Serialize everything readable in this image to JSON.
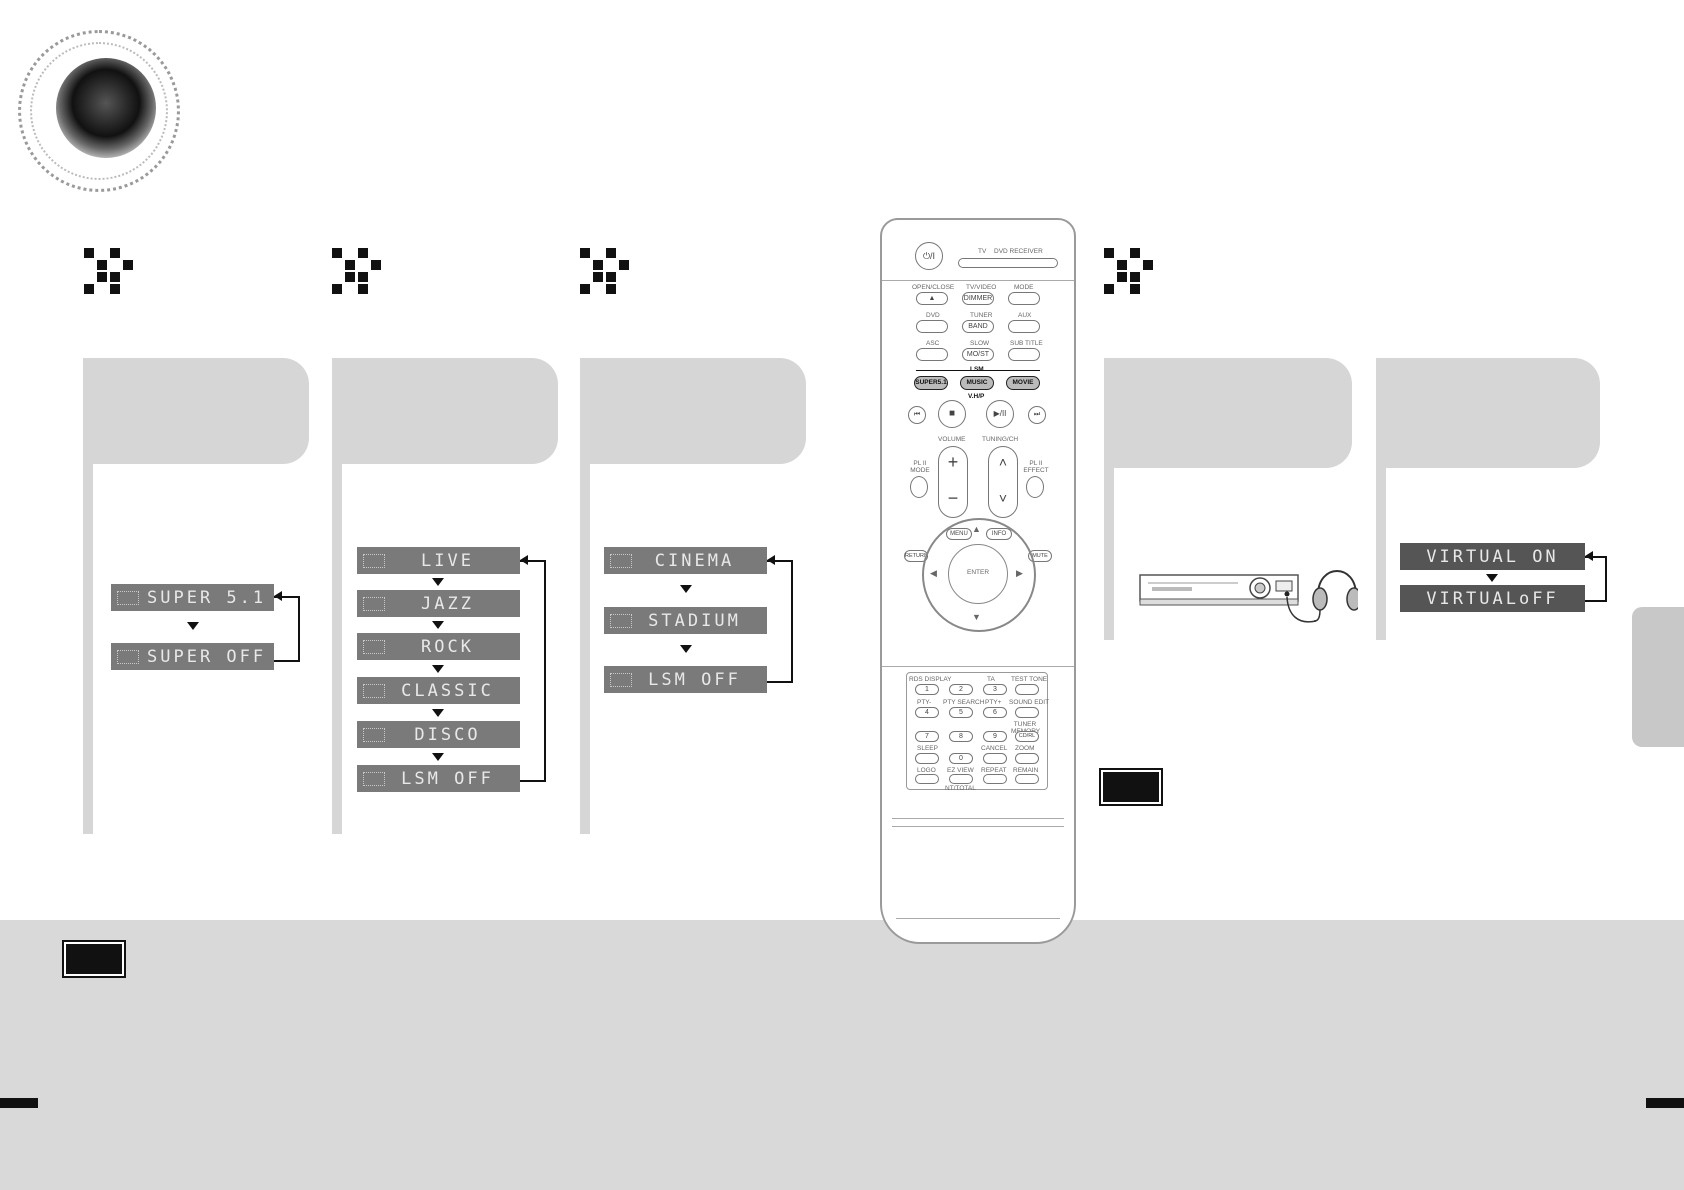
{
  "displays": {
    "super51": [
      "SUPER 5.1",
      "SUPER OFF"
    ],
    "music": [
      "LIVE",
      "JAZZ",
      "ROCK",
      "CLASSIC",
      "DISCO",
      "LSM OFF"
    ],
    "movie": [
      "CINEMA",
      "STADIUM",
      "LSM OFF"
    ],
    "virtual": [
      "VIRTUAL ON",
      "VIRTUALoFF"
    ]
  },
  "remote": {
    "power": "⏻/I",
    "mode_selector": [
      "TV",
      "DVD RECEIVER"
    ],
    "row1": [
      "OPEN/CLOSE",
      "TV/VIDEO",
      "MODE"
    ],
    "row1_btn": [
      "▲",
      "DIMMER",
      ""
    ],
    "row2": [
      "DVD",
      "TUNER",
      "AUX"
    ],
    "row2_btn": [
      "",
      "BAND",
      ""
    ],
    "row3": [
      "ASC",
      "SLOW",
      "SUB TITLE"
    ],
    "row3_btn": [
      "",
      "MO/ST",
      ""
    ],
    "lsm_label": "LSM",
    "lsm_buttons": [
      "SUPER5.1",
      "MUSIC",
      "MOVIE"
    ],
    "vhp_label": "V.H/P",
    "transport": [
      "⏮",
      "■",
      "▶/II",
      "⏭"
    ],
    "volume_label": "VOLUME",
    "tuning_label": "TUNING/CH",
    "pl2_mode": "PL II MODE",
    "pl2_effect": "PL II EFFECT",
    "menu": "MENU",
    "info": "INFO",
    "return": "RETURN",
    "mute": "MUTE",
    "enter": "ENTER",
    "numpad_labels": [
      "RDS DISPLAY",
      "TA",
      "TEST TONE",
      "PTY-",
      "PTY SEARCH",
      "PTY+",
      "SOUND EDIT",
      "TUNER MEMORY",
      "SLEEP",
      "CANCEL",
      "ZOOM",
      "LOGO",
      "EZ VIEW",
      "REPEAT",
      "REMAIN",
      "NT/TOTAL"
    ],
    "numpad_digits": [
      "1",
      "2",
      "3",
      "4",
      "5",
      "6",
      "7",
      "8",
      "9",
      "0",
      "CD/RL"
    ]
  },
  "colors": {
    "panel": "#d6d6d6",
    "lcd": "#7a7a7a",
    "band": "#d9d9d9"
  }
}
